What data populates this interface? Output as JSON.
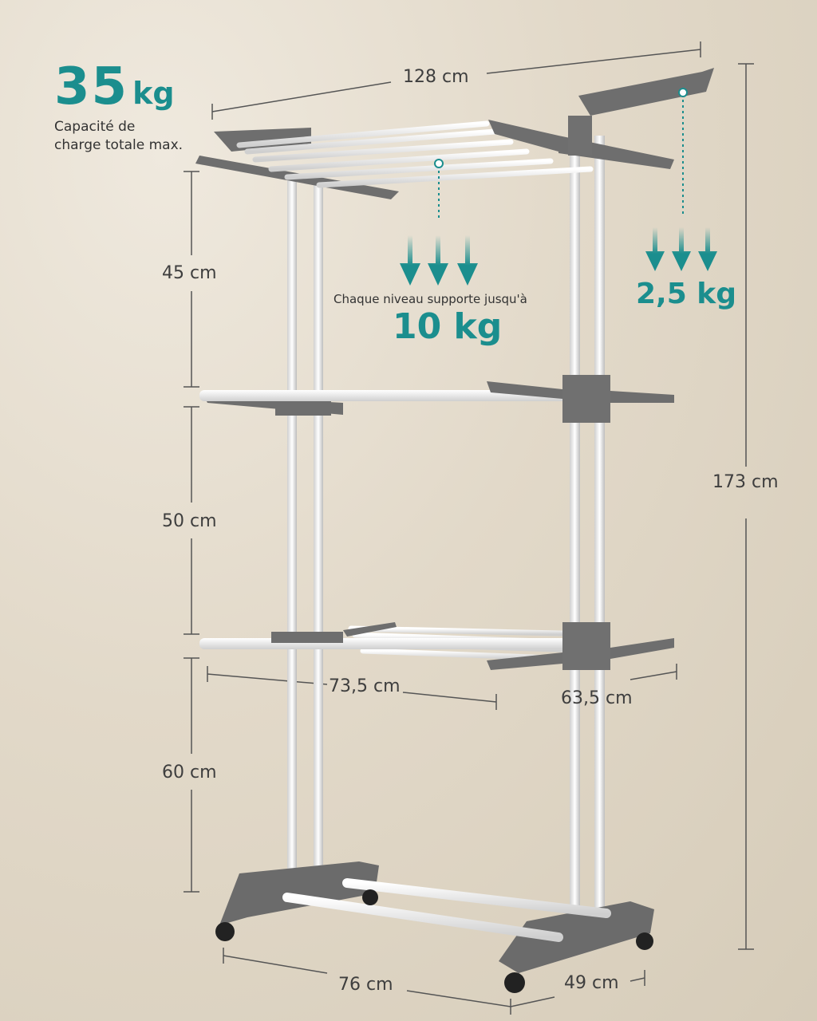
{
  "headline": {
    "value": "35",
    "unit": "kg",
    "caption_line1": "Capacité de",
    "caption_line2": "charge totale max."
  },
  "level_load": {
    "caption": "Chaque niveau supporte jusqu'à",
    "value": "10 kg"
  },
  "wing_load": {
    "value": "2,5 kg"
  },
  "dimensions": {
    "total_width": "128 cm",
    "tier1_height": "45 cm",
    "tier2_height": "50 cm",
    "tier3_height": "60 cm",
    "total_height": "173 cm",
    "shelf_length": "73,5 cm",
    "shelf_depth": "63,5 cm",
    "base_length": "76 cm",
    "base_depth": "49 cm"
  },
  "colors": {
    "accent": "#1b8e8e",
    "frame": "#6e6e6e",
    "rod": "#f4f4f4",
    "background": "#e2d9c9"
  }
}
